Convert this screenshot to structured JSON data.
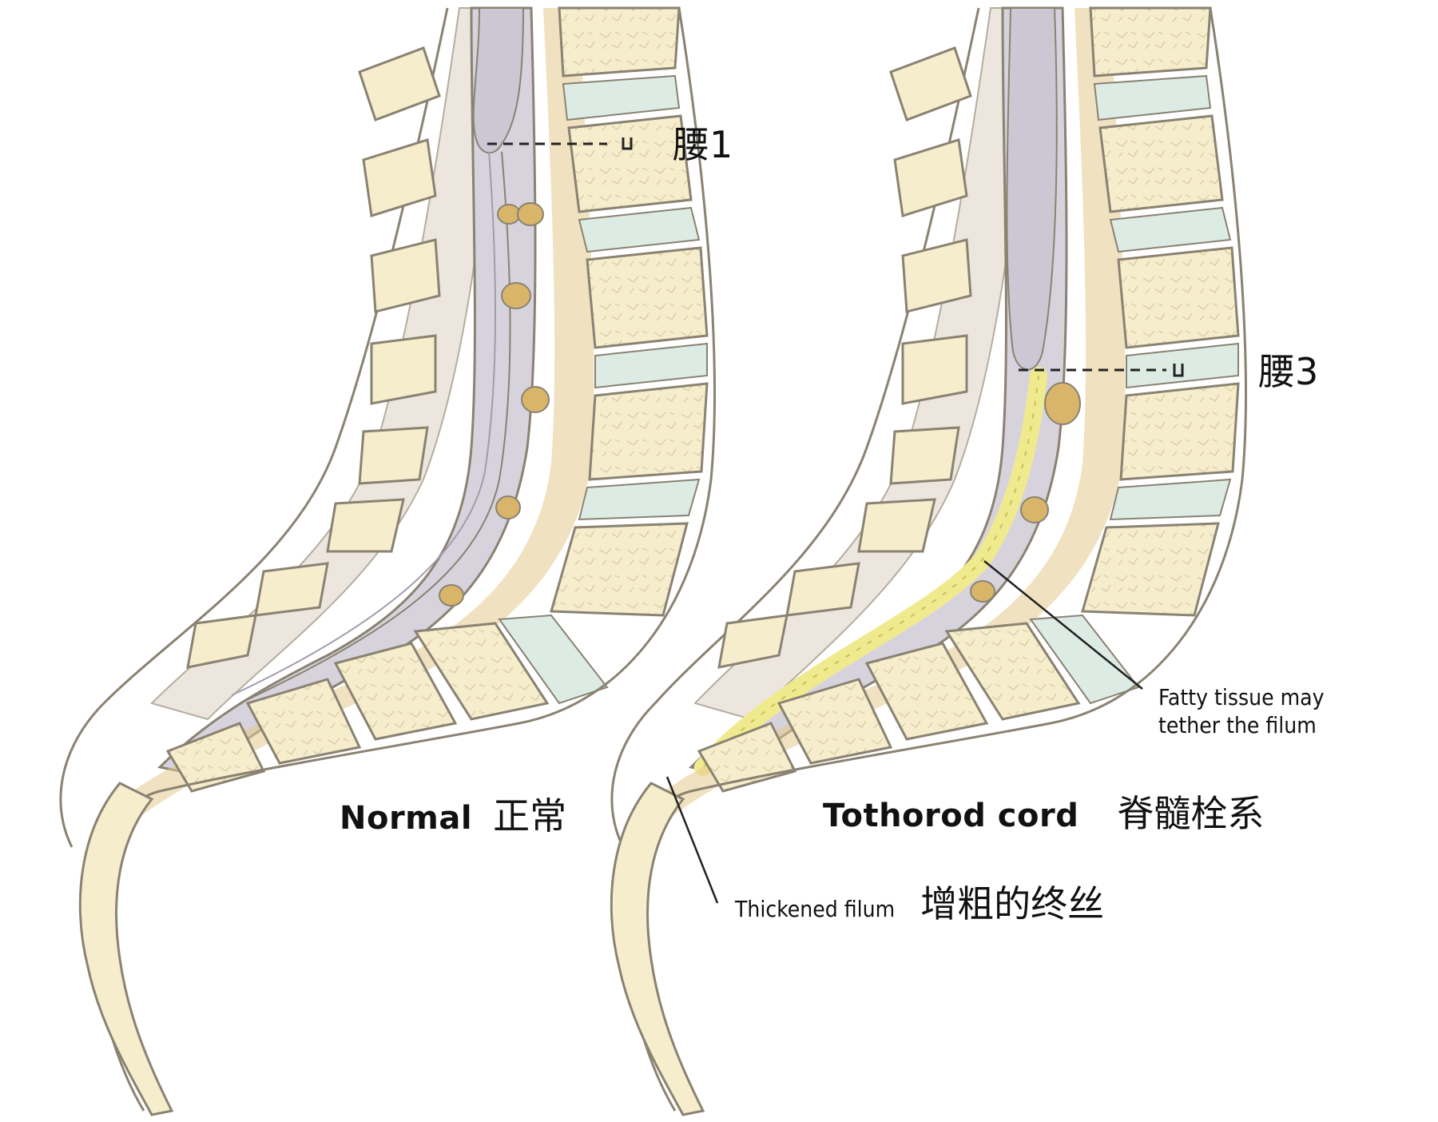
{
  "panels": [
    {
      "caption_en": "Normal",
      "caption_cn": "正常",
      "level_label": "腰1"
    },
    {
      "caption_en": "Tothorod cord",
      "caption_cn": "脊髓栓系",
      "level_label": "腰3",
      "annotation_fatty": "Fatty tissue may\ntether the filum",
      "annotation_filum_en": "Thickened filum",
      "annotation_filum_cn": "增粗的终丝"
    }
  ],
  "colors": {
    "bone_fill": "#f6edcc",
    "bone_outline": "#8a8272",
    "disc_fill": "#dcebe4",
    "dura_fill": "#d7d3dd",
    "nerve_root": "#d9b56a",
    "fat_tissue": "#f0ea8e",
    "posterior_elements": "#ece6de"
  }
}
